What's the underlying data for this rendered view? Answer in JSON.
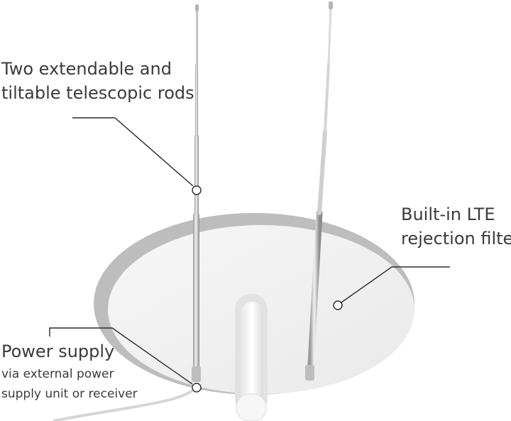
{
  "callouts": {
    "rods": {
      "line1": "Two extendable and",
      "line2": "tiltable telescopic rods"
    },
    "lte_filter": {
      "line1": "Built-in LTE",
      "line2": "rejection filter"
    },
    "power": {
      "title": "Power supply",
      "sub1": "via external power",
      "sub2": "supply unit or receiver"
    }
  },
  "colors": {
    "housing": "#f4f4f4",
    "rim": "#bdbdbd",
    "rod": "#c8c8c8",
    "leader_line": "#2b2b2b",
    "text": "#3b3b3b"
  }
}
